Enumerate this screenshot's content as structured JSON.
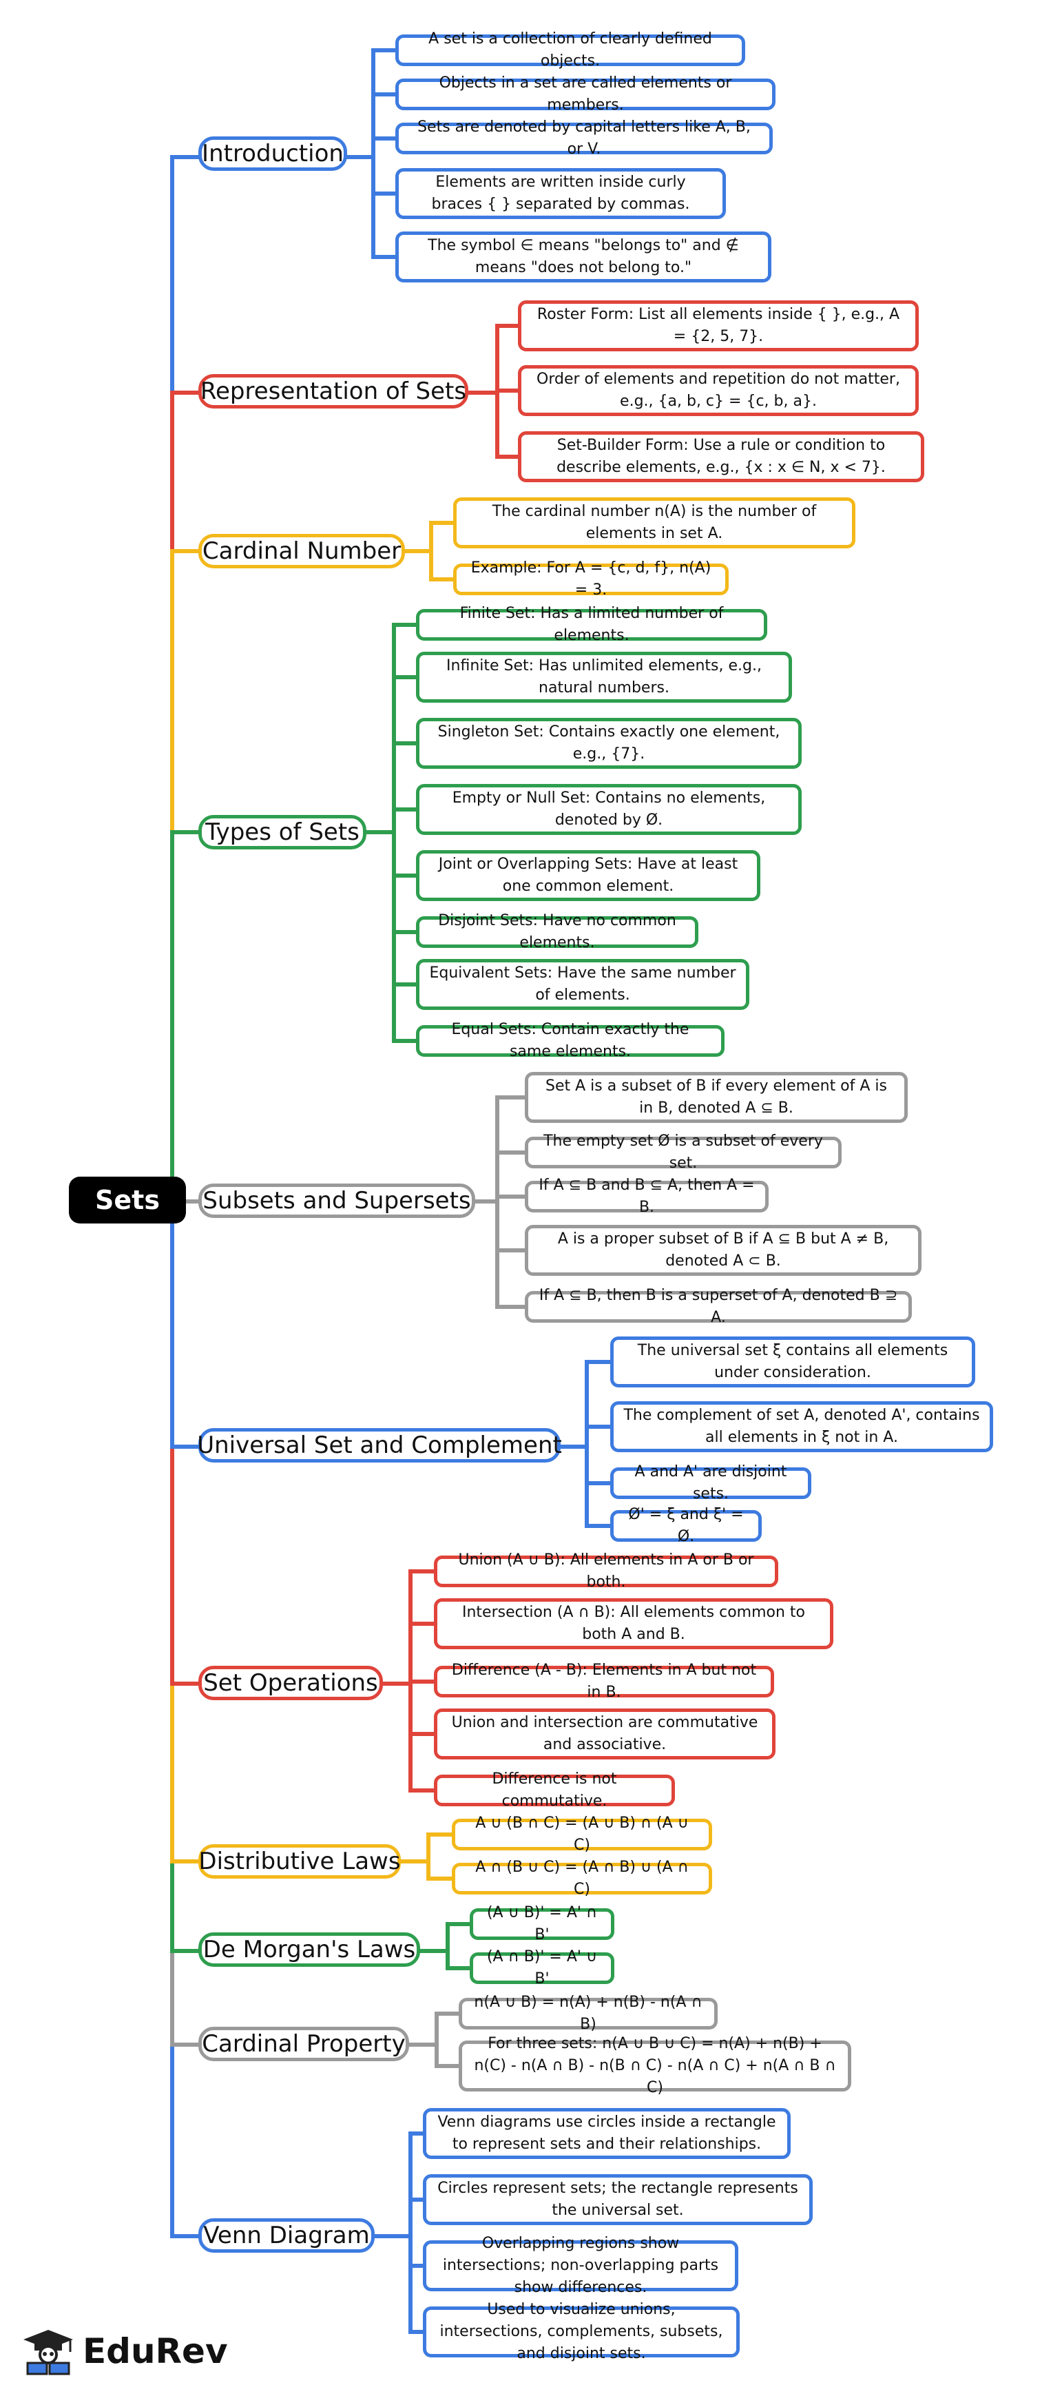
{
  "root": {
    "label": "Sets"
  },
  "brand": {
    "name": "EduRev",
    "icon": "graduate-reading-icon"
  },
  "colors": {
    "blue": "#3d7be0",
    "red": "#e0443a",
    "yellow": "#f3b81a",
    "green": "#2e9e4e",
    "gray": "#9a9a9a"
  },
  "branches": [
    {
      "label": "Introduction",
      "color": "blue",
      "leaves": [
        "A set is a collection of clearly defined objects.",
        "Objects in a set are called elements or members.",
        "Sets are denoted by capital letters like A, B, or V.",
        "Elements are written inside curly braces { } separated by commas.",
        "The symbol ∈ means \"belongs to\" and ∉ means \"does not belong to.\""
      ]
    },
    {
      "label": "Representation of Sets",
      "color": "red",
      "leaves": [
        "Roster Form: List all elements inside { }, e.g., A = {2, 5, 7}.",
        "Order of elements and repetition do not matter, e.g., {a, b, c} = {c, b, a}.",
        "Set-Builder Form: Use a rule or condition to describe elements, e.g., {x : x ∈ N, x < 7}."
      ]
    },
    {
      "label": "Cardinal Number",
      "color": "yellow",
      "leaves": [
        "The cardinal number n(A) is the number of elements in set A.",
        "Example: For A = {c, d, f}, n(A) = 3."
      ]
    },
    {
      "label": "Types of Sets",
      "color": "green",
      "leaves": [
        "Finite Set: Has a limited number of elements.",
        "Infinite Set: Has unlimited elements, e.g., natural numbers.",
        "Singleton Set: Contains exactly one element, e.g., {7}.",
        "Empty or Null Set: Contains no elements, denoted by Ø.",
        "Joint or Overlapping Sets: Have at least one common element.",
        "Disjoint Sets: Have no common elements.",
        "Equivalent Sets: Have the same number of elements.",
        "Equal Sets: Contain exactly the same elements."
      ]
    },
    {
      "label": "Subsets and Supersets",
      "color": "gray",
      "leaves": [
        "Set A is a subset of B if every element of A is in B, denoted A ⊆ B.",
        "The empty set Ø is a subset of every set.",
        "If A ⊆ B and B ⊆ A, then A = B.",
        "A is a proper subset of B if A ⊆ B but A ≠ B, denoted A ⊂ B.",
        "If A ⊆ B, then B is a superset of A, denoted B ⊇ A."
      ]
    },
    {
      "label": "Universal Set and Complement",
      "color": "blue",
      "leaves": [
        "The universal set ξ contains all elements under consideration.",
        "The complement of set A, denoted A', contains all elements in ξ not in A.",
        "A and A' are disjoint sets.",
        "Ø' = ξ and ξ' = Ø."
      ]
    },
    {
      "label": "Set Operations",
      "color": "red",
      "leaves": [
        "Union (A ∪ B): All elements in A or B or both.",
        "Intersection (A ∩ B): All elements common to both A and B.",
        "Difference (A - B): Elements in A but not in B.",
        "Union and intersection are commutative and associative.",
        "Difference is not commutative."
      ]
    },
    {
      "label": "Distributive Laws",
      "color": "yellow",
      "leaves": [
        "A ∪ (B ∩ C) = (A ∪ B) ∩ (A ∪ C)",
        "A ∩ (B ∪ C) = (A ∩ B) ∪ (A ∩ C)"
      ]
    },
    {
      "label": "De Morgan's Laws",
      "color": "green",
      "leaves": [
        "(A ∪ B)' = A' ∩ B'",
        "(A ∩ B)' = A' ∪ B'"
      ]
    },
    {
      "label": "Cardinal Property",
      "color": "gray",
      "leaves": [
        "n(A ∪ B) = n(A) + n(B) - n(A ∩ B)",
        "For three sets: n(A ∪ B ∪ C) = n(A) + n(B) + n(C) - n(A ∩ B) - n(B ∩ C) - n(A ∩ C) + n(A ∩ B ∩ C)"
      ]
    },
    {
      "label": "Venn Diagram",
      "color": "blue",
      "leaves": [
        "Venn diagrams use circles inside a rectangle to represent sets and their relationships.",
        "Circles represent sets; the rectangle represents the universal set.",
        "Overlapping regions show intersections; non-overlapping parts show differences.",
        "Used to visualize unions, intersections, complements, subsets, and disjoint sets."
      ]
    }
  ]
}
